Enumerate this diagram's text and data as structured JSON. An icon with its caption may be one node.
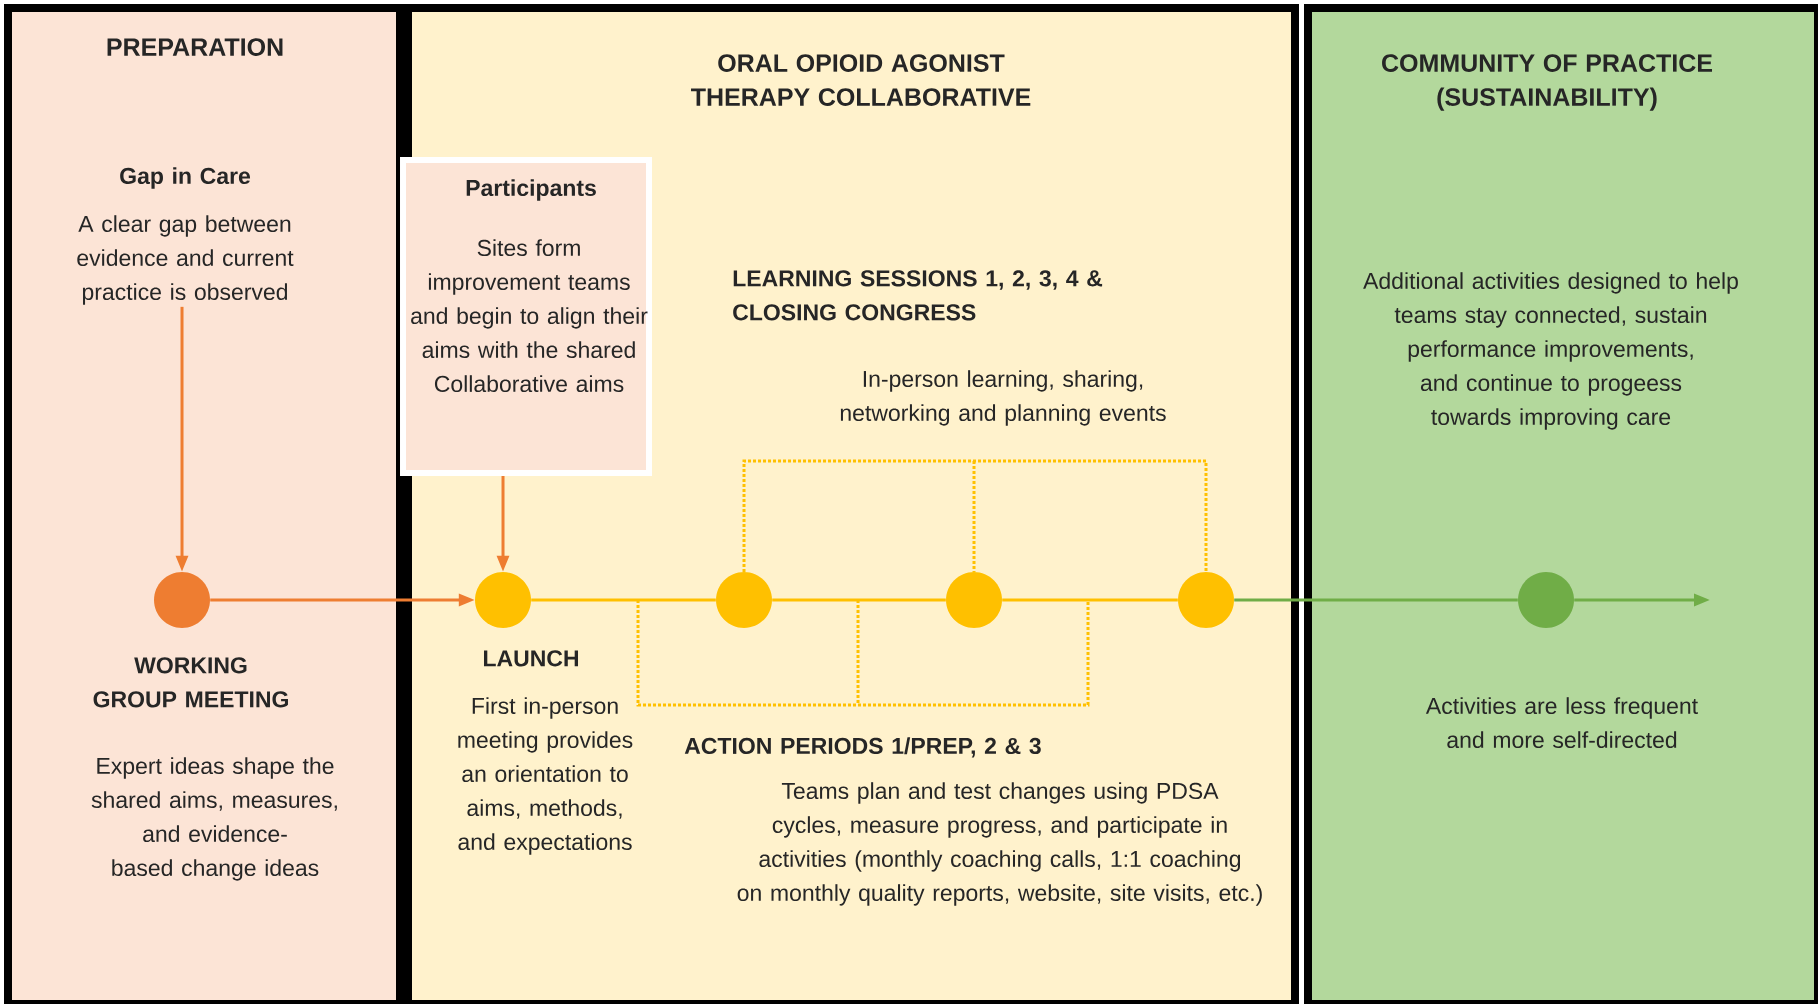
{
  "diagram": {
    "nodes": [
      {
        "text": [
          "PREPARATION"
        ]
      },
      {
        "text": [
          "Gap in Care",
          "A clear gap between evidence and current practice is observed"
        ],
        "in": 0
      },
      {
        "text": [],
        "shape": "circle",
        "in": 0,
        "beside": [
          "WORKING GROUP MEETING",
          "Expert ideas shape the shared aims, measures, and evidence-based change ideas"
        ]
      },
      {
        "text": [
          "ORAL OPIOID AGONIST THERAPY COLLABORATIVE"
        ]
      },
      {
        "text": [
          "Participants",
          "Sites form improvement teams and begin to align their aims with the shared Collaborative aims"
        ],
        "in": 3
      },
      {
        "text": [],
        "shape": "circle",
        "in": 3,
        "beside": [
          "LAUNCH",
          "First in-person meeting provides an orientation to aims, methods, and expectations"
        ]
      },
      {
        "text": [],
        "shape": "circle",
        "in": 3
      },
      {
        "text": [],
        "shape": "circle",
        "in": 3
      },
      {
        "text": [],
        "shape": "circle",
        "in": 3
      },
      {
        "text": [
          "COMMUNITY OF PRACTICE (SUSTAINABILITY)"
        ]
      },
      {
        "text": [],
        "shape": "circle",
        "in": 9
      }
    ],
    "edges": [
      {
        "from": 1,
        "to": 2,
        "arrow": "to",
        "color": "#ee7d31"
      },
      {
        "from": 2,
        "to": 5,
        "arrow": "to",
        "color": "#ee7d31"
      },
      {
        "from": 4,
        "to": 5,
        "arrow": "to",
        "color": "#ee7d31"
      },
      {
        "from": 5,
        "to": 6,
        "arrow": "none",
        "color": "#ffc000"
      },
      {
        "from": 6,
        "to": 7,
        "arrow": "none",
        "color": "#ffc000"
      },
      {
        "from": 7,
        "to": 8,
        "arrow": "none",
        "color": "#ffc000"
      },
      {
        "from": 8,
        "to": 10,
        "arrow": "none",
        "color": "#70ad47"
      },
      {
        "from": 10,
        "to": null,
        "arrow": "to",
        "color": "#70ad47"
      }
    ],
    "labels": [
      "Additional activities designed to help teams stay connected, sustain performance improvements, and continue to progeess towards improving care",
      "LEARNING SESSIONS 1, 2, 3, 4 & CLOSING CONGRESS",
      "In-person learning, sharing, networking and planning events",
      "ACTION PERIODS 1/PREP, 2 & 3",
      "Teams plan and test changes using PDSA cycles, measure progress, and participate in activities (monthly coaching calls, 1:1 coaching on monthly quality reports, website, site visits, etc.)",
      "Activities are less frequent and more self-directed"
    ]
  }
}
